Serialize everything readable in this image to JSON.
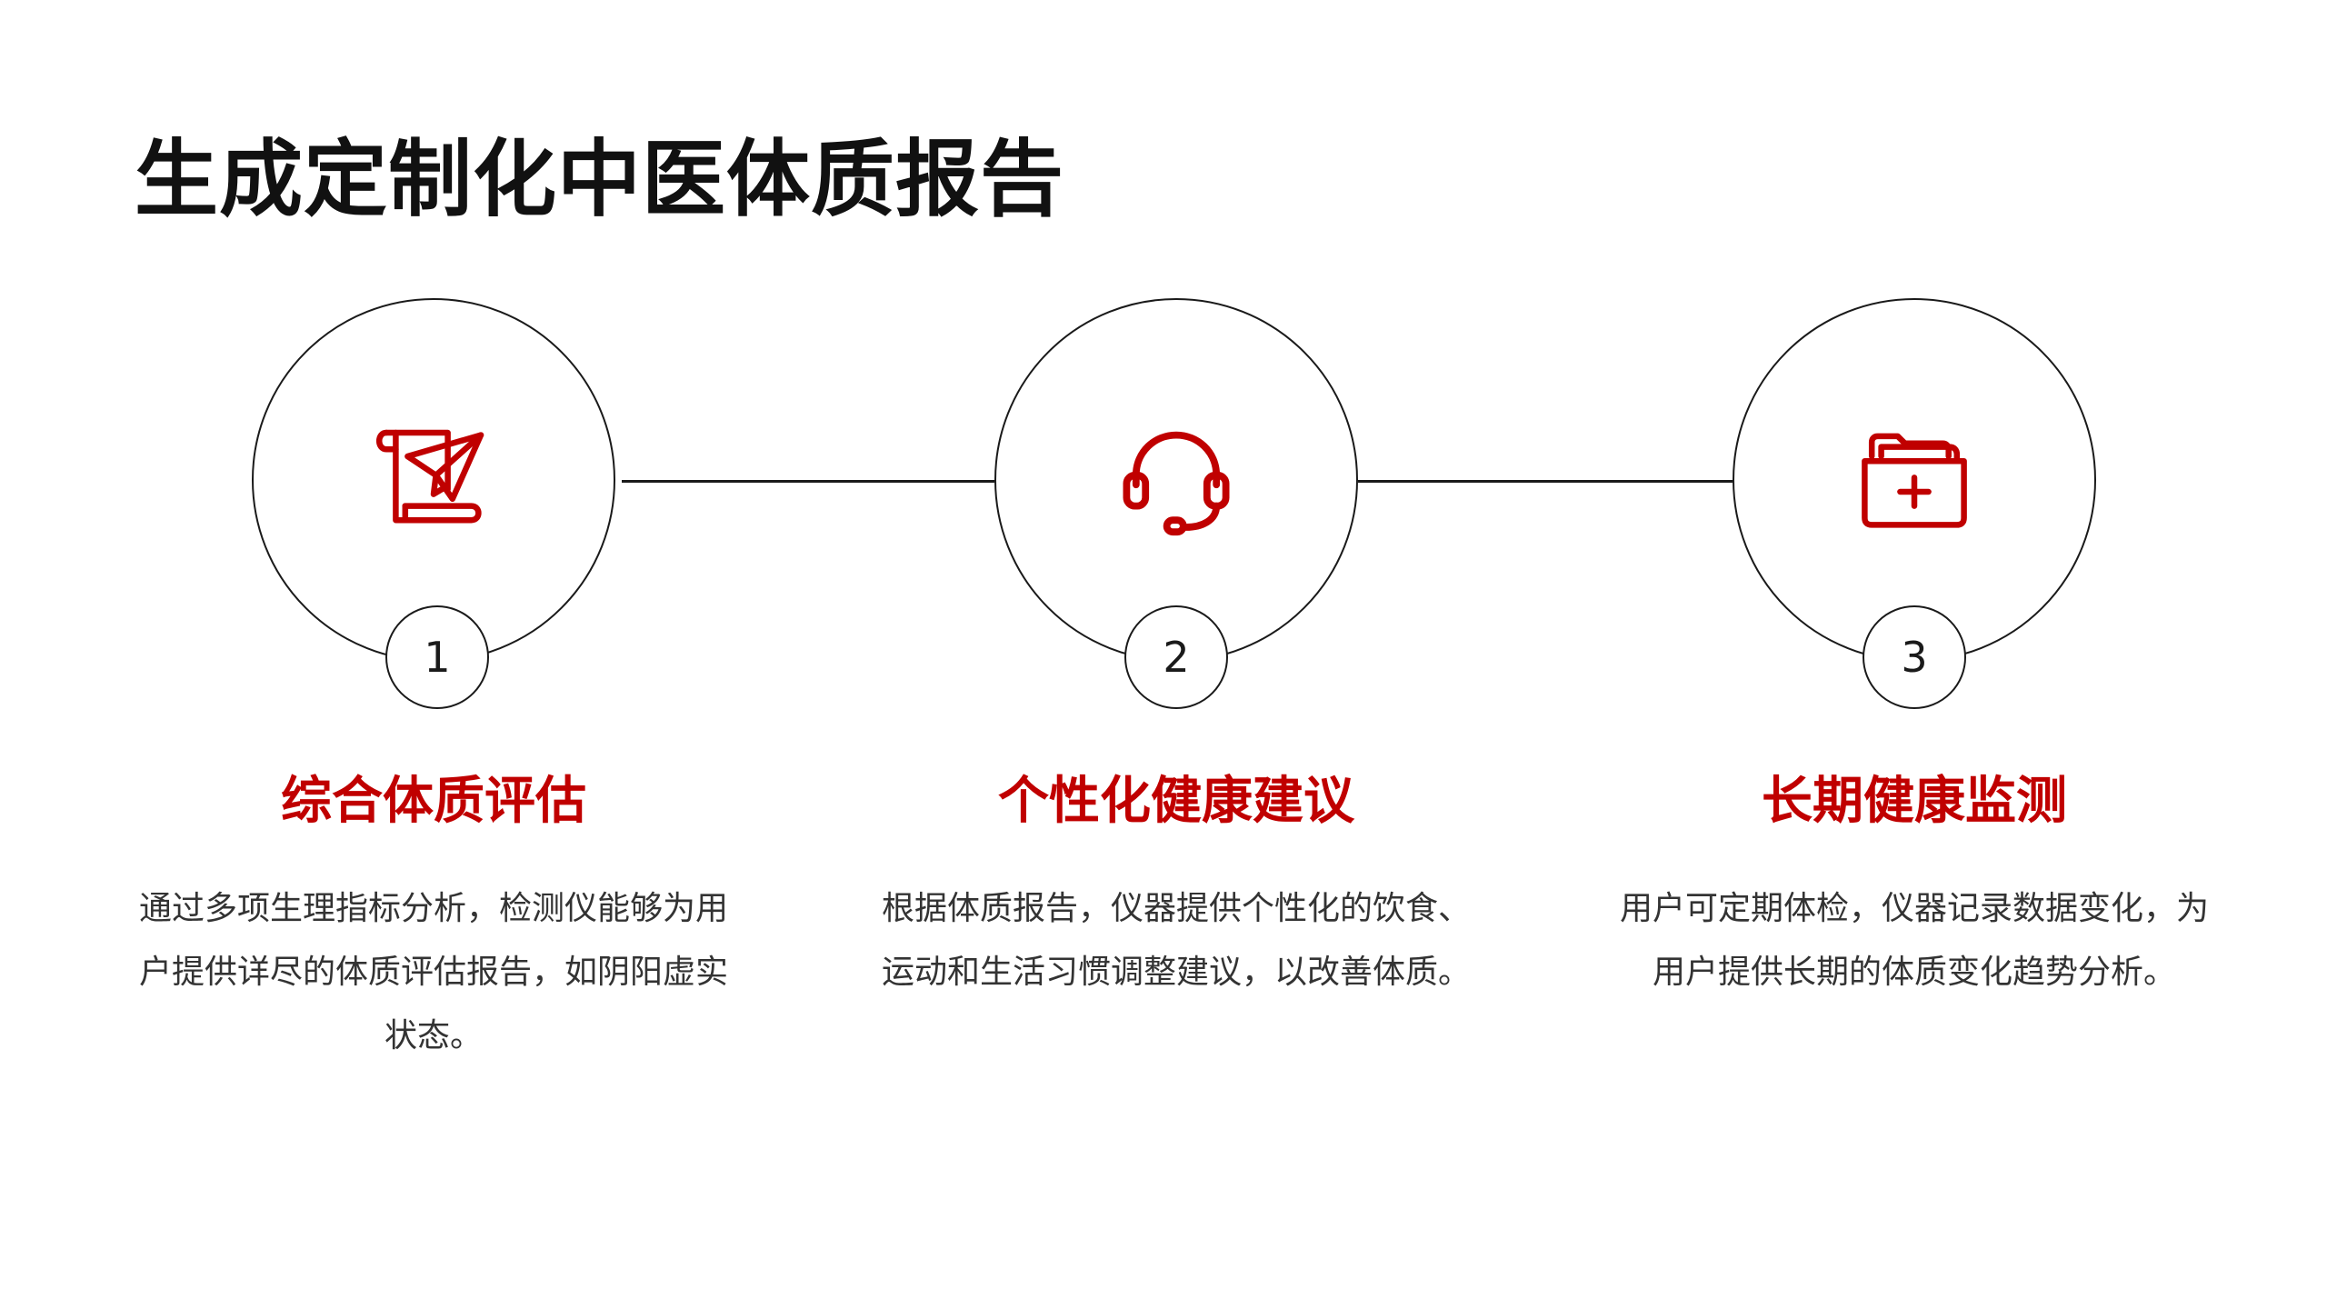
{
  "title": "生成定制化中医体质报告",
  "accent_color": "#c00000",
  "line_color": "#1a1a1a",
  "steps": [
    {
      "number": "1",
      "icon": "paper-plane-scroll-icon",
      "title": "综合体质评估",
      "description": "通过多项生理指标分析，检测仪能够为用户提供详尽的体质评估报告，如阴阳虚实状态。"
    },
    {
      "number": "2",
      "icon": "headset-icon",
      "title": "个性化健康建议",
      "description": "根据体质报告，仪器提供个性化的饮食、运动和生活习惯调整建议，以改善体质。"
    },
    {
      "number": "3",
      "icon": "medical-folder-icon",
      "title": "长期健康监测",
      "description": "用户可定期体检，仪器记录数据变化，为用户提供长期的体质变化趋势分析。"
    }
  ]
}
